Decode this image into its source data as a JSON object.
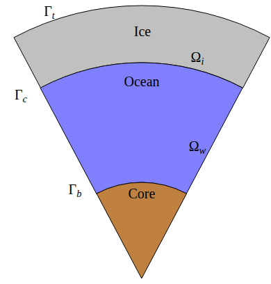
{
  "diagram": {
    "nodes": [
      {
        "text": [
          "Ice",
          "Ωi"
        ]
      },
      {
        "text": [
          "Ocean",
          "Ωw"
        ]
      },
      {
        "text": [
          "Core"
        ]
      }
    ],
    "labels": [
      "Γt",
      "Γc",
      "Γb"
    ]
  }
}
